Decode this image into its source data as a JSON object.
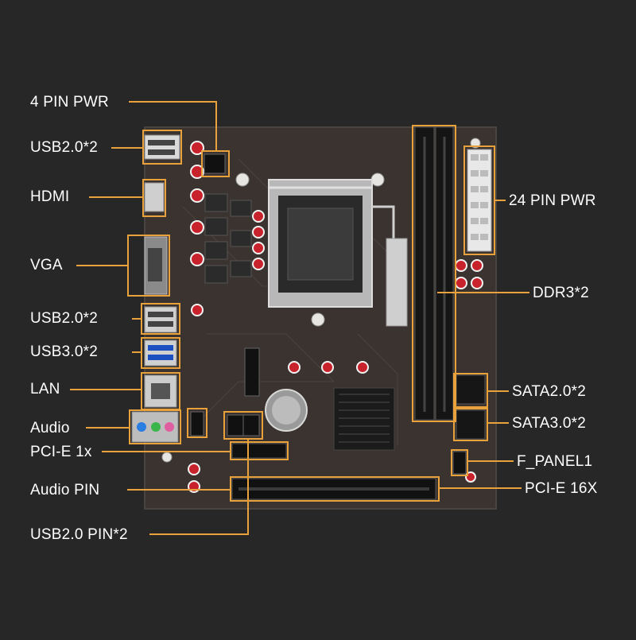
{
  "accent_color": "#e9a23b",
  "labels_left": [
    {
      "id": "4pin-pwr",
      "text": "4 PIN PWR"
    },
    {
      "id": "usb20-top",
      "text": "USB2.0*2"
    },
    {
      "id": "hdmi",
      "text": "HDMI"
    },
    {
      "id": "vga",
      "text": "VGA"
    },
    {
      "id": "usb20-mid",
      "text": "USB2.0*2"
    },
    {
      "id": "usb30",
      "text": "USB3.0*2"
    },
    {
      "id": "lan",
      "text": "LAN"
    },
    {
      "id": "audio",
      "text": "Audio"
    },
    {
      "id": "pcie-1x",
      "text": "PCI-E 1x"
    },
    {
      "id": "audio-pin",
      "text": "Audio  PIN"
    },
    {
      "id": "usb20-pin",
      "text": "USB2.0 PIN*2"
    }
  ],
  "labels_right": [
    {
      "id": "24pin-pwr",
      "text": "24 PIN PWR"
    },
    {
      "id": "ddr3",
      "text": "DDR3*2"
    },
    {
      "id": "sata20",
      "text": "SATA2.0*2"
    },
    {
      "id": "sata30",
      "text": "SATA3.0*2"
    },
    {
      "id": "f-panel",
      "text": "F_PANEL1"
    },
    {
      "id": "pcie-16x",
      "text": "PCI-E 16X"
    }
  ]
}
